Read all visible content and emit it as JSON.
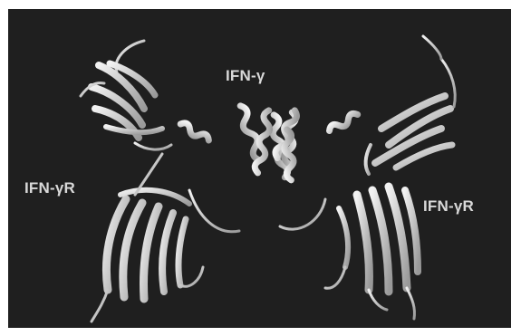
{
  "figure": {
    "labels": {
      "ligand": "IFN-γ",
      "receptor_left": "IFN-γR",
      "receptor_right": "IFN-γR"
    },
    "colors": {
      "background": "#1f1f1f",
      "ribbon": "#e6e6e6",
      "ribbon_shadow": "#8a8a8a",
      "text": "#d9d9d9"
    }
  }
}
